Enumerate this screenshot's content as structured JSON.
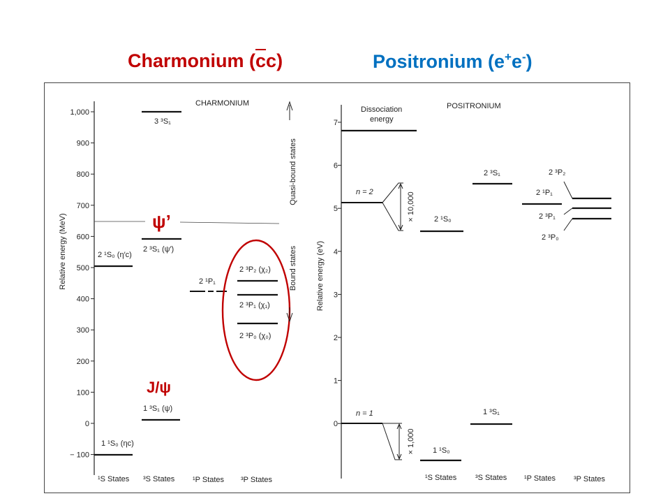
{
  "titles": {
    "charmonium_prefix": "Charmonium (",
    "charmonium_cbar": "c",
    "charmonium_c": "c",
    "charmonium_suffix": ")",
    "positronium_prefix": "Positronium (e",
    "positronium_sup1": "+",
    "positronium_e": "e",
    "positronium_sup2": "-",
    "positronium_suffix": ")"
  },
  "colors": {
    "charmonium": "#c00000",
    "positronium": "#0070c0",
    "annotation": "#c00000"
  },
  "charmonium": {
    "header": "CHARMONIUM",
    "ylabel": "Relative energy (MeV)",
    "yticks": [
      "1,000",
      "900",
      "800",
      "700",
      "600",
      "500",
      "400",
      "300",
      "200",
      "100",
      "0",
      "− 100"
    ],
    "columns": [
      "¹S States",
      "³S States",
      "¹P States",
      "³P States"
    ],
    "levels": [
      {
        "label": "3 ³S₁",
        "energy": 1000
      },
      {
        "label": "2 ³S₁ (ψ′)",
        "energy": 585
      },
      {
        "label": "2 ¹S₀ (η′c)",
        "energy": 495
      },
      {
        "label": "2 ¹P₁",
        "energy": 415
      },
      {
        "label": "2 ³P₂ (χ₂)",
        "energy": 450
      },
      {
        "label": "2 ³P₁ (χ₁)",
        "energy": 405
      },
      {
        "label": "2 ³P₀ (χ₀)",
        "energy": 310
      },
      {
        "label": "1 ³S₁ (ψ)",
        "energy": 0
      },
      {
        "label": "1 ¹S₀ (ηc)",
        "energy": -120
      }
    ],
    "quasi_bound": "Quasi-bound states",
    "bound": "Bound states",
    "annotations": {
      "psi_prime": "ψ’",
      "jpsi": "J/ψ"
    }
  },
  "positronium": {
    "header": "POSITRONIUM",
    "ylabel": "Relative energy (eV)",
    "yticks": [
      "7",
      "6",
      "5",
      "4",
      "3",
      "2",
      "1",
      "0"
    ],
    "columns": [
      "¹S States",
      "³S States",
      "¹P States",
      "³P States"
    ],
    "dissociation": "Dissociation energy",
    "n2": "n = 2",
    "n1": "n = 1",
    "mag10000": "× 10,000",
    "mag1000": "× 1,000",
    "levels": [
      {
        "label": "2 ¹S₀",
        "energy": 4.45
      },
      {
        "label": "2 ³S₁",
        "energy": 5.55
      },
      {
        "label": "2 ¹P₁",
        "energy": 5.1
      },
      {
        "label": "2 ³P₂",
        "energy": 5.2
      },
      {
        "label": "2 ³P₁",
        "energy": 5.0
      },
      {
        "label": "2 ³P₀",
        "energy": 4.75
      },
      {
        "label": "1 ¹S₀",
        "energy": -0.85
      },
      {
        "label": "1 ³S₁",
        "energy": 0.0
      }
    ]
  }
}
